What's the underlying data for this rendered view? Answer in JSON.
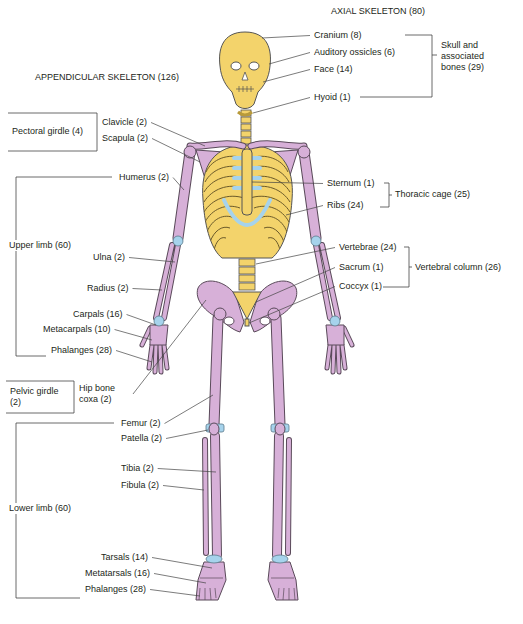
{
  "diagram": {
    "labels": [
      "AXIAL SKELETON (80)",
      "APPENDICULAR SKELETON (126)",
      "Cranium (8)",
      "Auditory ossicles (6)",
      "Face (14)",
      "Skull and associated bones (29)",
      "Hyoid (1)",
      "Pectoral girdle (4)",
      "Clavicle (2)",
      "Scapula (2)",
      "Humerus (2)",
      "Sternum (1)",
      "Ribs (24)",
      "Thoracic cage (25)",
      "Vertebrae (24)",
      "Vertebral column (26)",
      "Upper limb (60)",
      "Ulna (2)",
      "Radius (2)",
      "Sacrum (1)",
      "Coccyx (1)",
      "Carpals (16)",
      "Metacarpals (10)",
      "Phalanges (28)",
      "Pelvic girdle (2)",
      "Hip bone coxa (2)",
      "Femur (2)",
      "Patella (2)",
      "Tibia (2)",
      "Fibula (2)",
      "Lower limb (60)",
      "Tarsals (14)",
      "Metatarsals (16)",
      "Phalanges (28)"
    ]
  }
}
